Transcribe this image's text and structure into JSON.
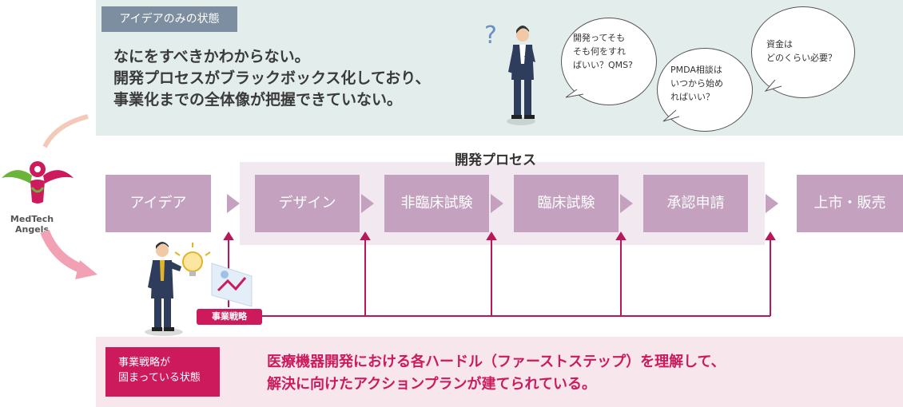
{
  "top": {
    "tag": "アイデアのみの状態",
    "text": "なにをすべきかわからない。\n開発プロセスがブラックボックス化しており、\n事業化までの全体像が把握できていない。",
    "question_mark": "?",
    "bubbles": [
      "開発ってそも\nそも何をすれ\nばいい？QMS?",
      "PMDA相談は\nいつから始め\nればいい？",
      "資金は\nどのくらい必要？"
    ]
  },
  "process": {
    "title": "開発プロセス",
    "steps": [
      "アイデア",
      "デザイン",
      "非臨床試験",
      "臨床試験",
      "承認申請",
      "上市・販売"
    ]
  },
  "strategy_tag": "事業戦略",
  "bottom": {
    "tag": "事業戦略が\n固まっている状態",
    "text": "医療機器開発における各ハードル（ファーストステップ）を理解して、\n解決に向けたアクションプランが建てられている。"
  },
  "logo": {
    "text": "MedTech\nAngels"
  },
  "colors": {
    "accent": "#cc1a5c",
    "step_fill": "#c3a1bf",
    "process_band": "#f2e8ef",
    "top_panel": "#e3eeec",
    "bottom_panel": "#f7e6ec",
    "idea_tag": "#7c8ea0"
  }
}
